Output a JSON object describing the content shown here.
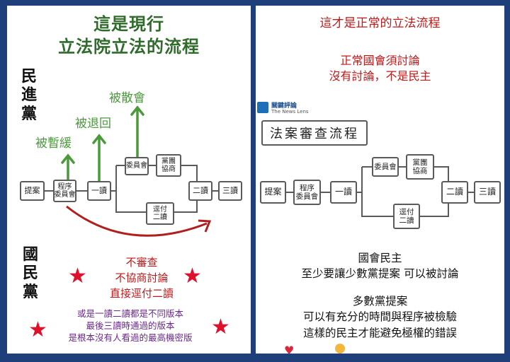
{
  "left": {
    "title_line1": "這是現行",
    "title_line2": "立法院立法的流程",
    "party_dpp": [
      "民",
      "進",
      "黨"
    ],
    "party_kmt": [
      "國",
      "民",
      "黨"
    ],
    "labels": {
      "suspended": "被暫緩",
      "returned": "被退回",
      "scattered": "被散會"
    },
    "boxes": {
      "proposal": "提案",
      "procedure_committee": "程序\n委員會",
      "first_reading": "一讀",
      "committee": "委員會",
      "caucus_negotiation": "黨團\n協商",
      "direct_to_second": "逕付\n二讀",
      "second_reading": "二讀",
      "third_reading": "三讀"
    },
    "red_lines": [
      "不審查",
      "不協商討論",
      "直接逕付二讀"
    ],
    "purple_lines": [
      "或是一讀二讀都是不同版本",
      "最後三讀時通過的版本",
      "是根本沒有人看過的最高機密版"
    ],
    "accent_green": "#4a9a3a",
    "accent_red": "#c21818"
  },
  "right": {
    "heading": "這才是正常的立法流程",
    "sub_line1": "正常國會須討論",
    "sub_line2": "沒有討論，不是民主",
    "logo_cn": "關鍵評論",
    "logo_en": "The News Lens",
    "chart_title": "法案審查流程",
    "boxes": {
      "proposal": "提案",
      "procedure_committee": "程序\n委員會",
      "first_reading": "一讀",
      "committee": "委員會",
      "caucus_negotiation": "黨團\n協商",
      "direct_to_second": "逕付\n二讀",
      "second_reading": "二讀",
      "third_reading": "三讀"
    },
    "bottom_lines": [
      "國會民主",
      "至少要讓少數黨提案  可以被討論",
      "",
      "多數黨提案",
      "可以有充分的時間與程序被檢驗",
      "這樣的民主才能避免極權的錯誤"
    ]
  }
}
